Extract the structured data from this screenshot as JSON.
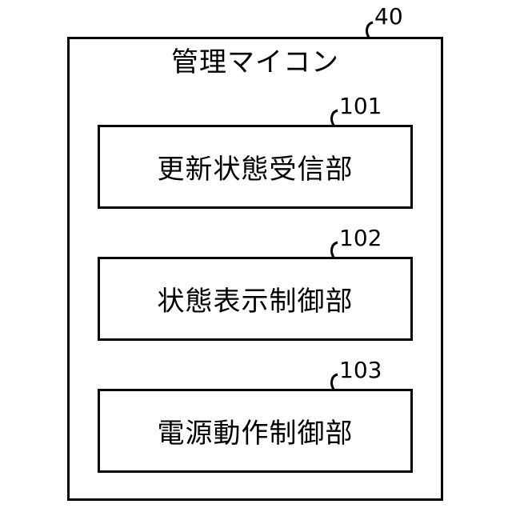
{
  "container": {
    "ref": "40",
    "title": "管理マイコン"
  },
  "blocks": [
    {
      "ref": "101",
      "label": "更新状態受信部"
    },
    {
      "ref": "102",
      "label": "状態表示制御部"
    },
    {
      "ref": "103",
      "label": "電源動作制御部"
    }
  ]
}
